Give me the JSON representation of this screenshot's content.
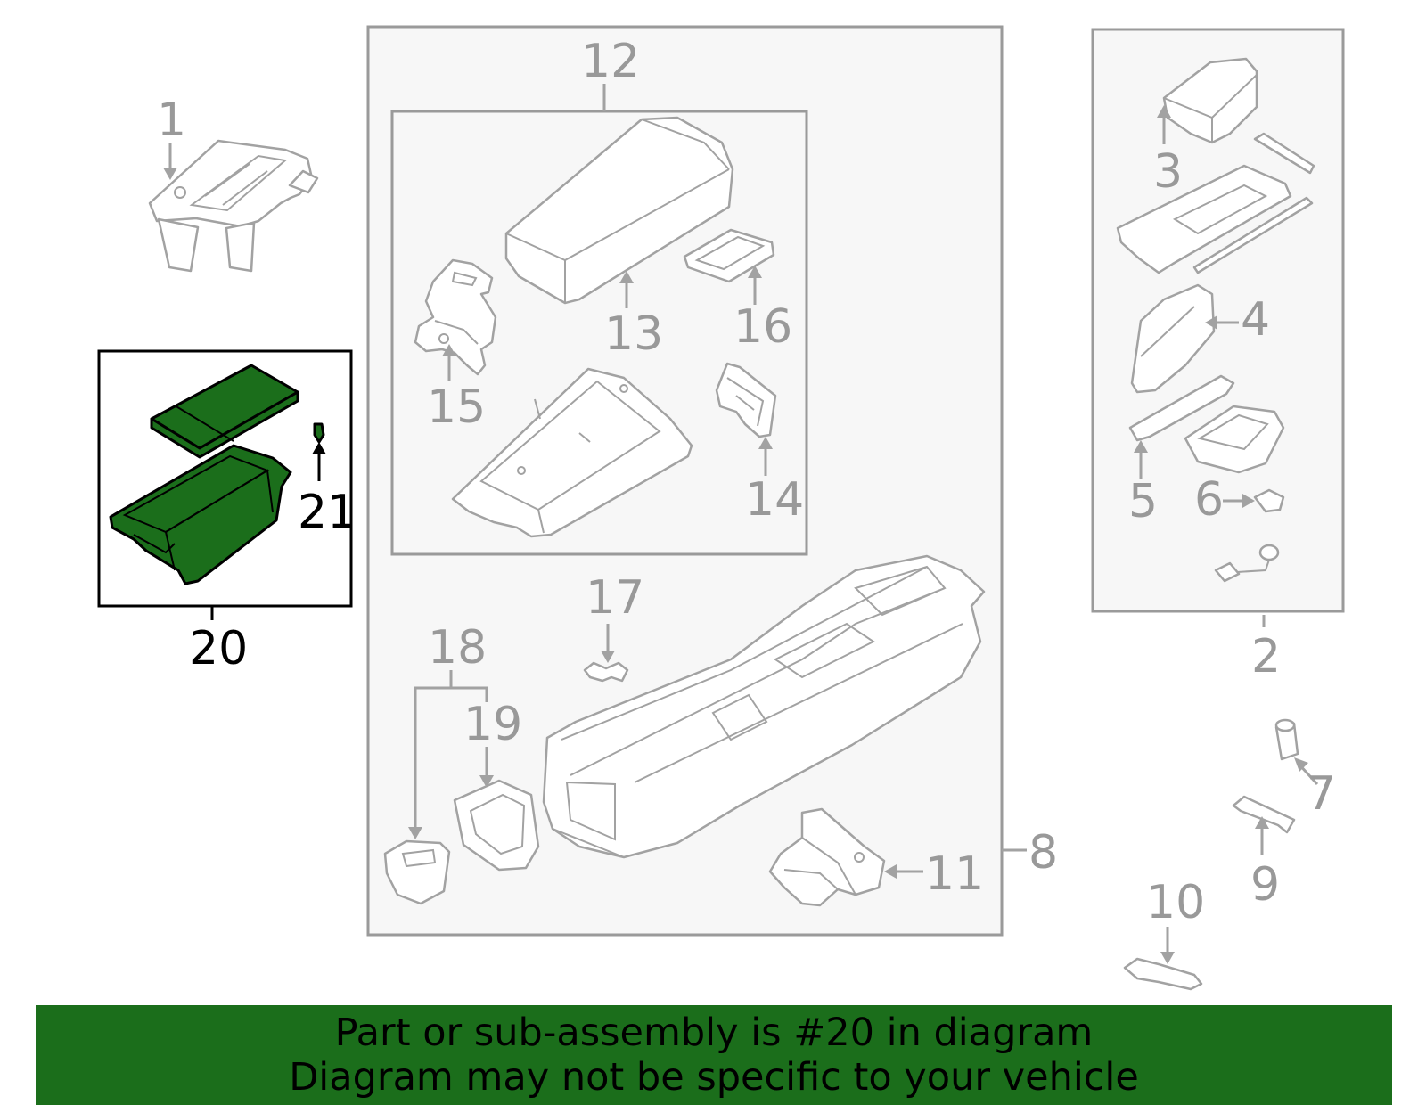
{
  "callouts": {
    "c1": "1",
    "c2": "2",
    "c3": "3",
    "c4": "4",
    "c5": "5",
    "c6": "6",
    "c7": "7",
    "c8": "8",
    "c9": "9",
    "c10": "10",
    "c11": "11",
    "c12": "12",
    "c13": "13",
    "c14": "14",
    "c15": "15",
    "c16": "16",
    "c17": "17",
    "c18": "18",
    "c19": "19",
    "c20": "20",
    "c21": "21"
  },
  "highlighted_part": "20",
  "colors": {
    "highlight_fill": "#1b6e1b",
    "banner_background": "#1b6e1b",
    "part_stroke": "#a2a2a2",
    "callout_text": "#999999",
    "active_text": "#000000"
  },
  "banner": {
    "line1": "Part or sub-assembly is #20 in diagram",
    "line2": "Diagram may not be specific to your vehicle"
  }
}
